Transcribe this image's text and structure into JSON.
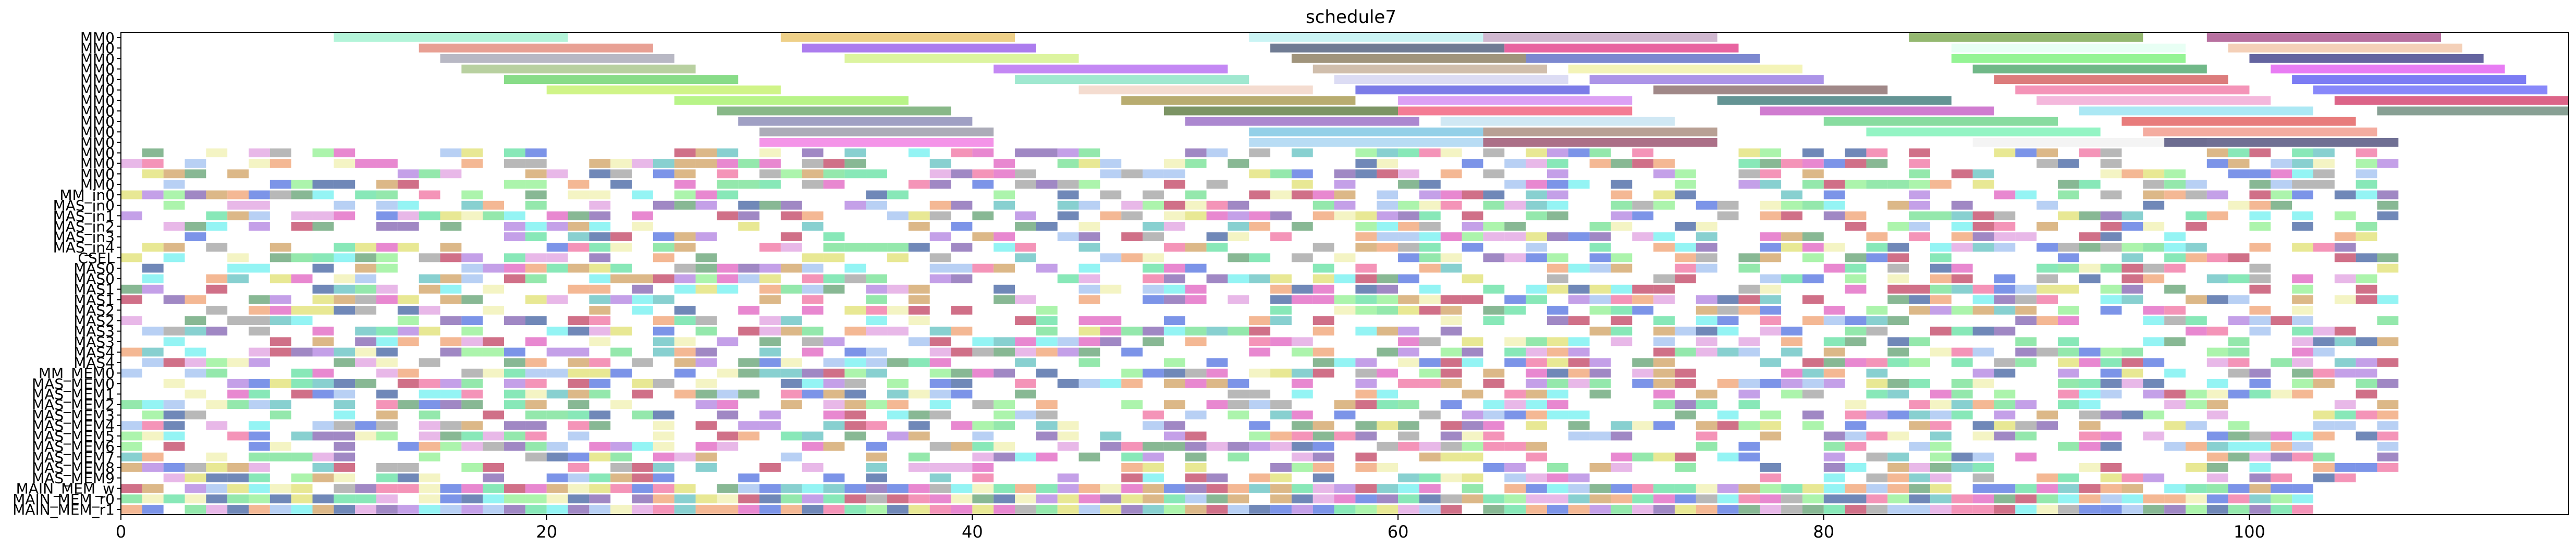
{
  "chart_data": {
    "type": "gantt",
    "title": "schedule7",
    "xlabel": "",
    "ylabel": "",
    "xlim": [
      0,
      115
    ],
    "x_ticks": [
      0,
      20,
      40,
      60,
      80,
      100
    ],
    "grid": false,
    "legend": "none",
    "rows": [
      "MM0",
      "MM0",
      "MM0",
      "MM0",
      "MM0",
      "MM0",
      "MM0",
      "MM0",
      "MM0",
      "MM0",
      "MM0",
      "MM0",
      "MM0",
      "MM0",
      "MM0",
      "MM_in0",
      "MAS_in0",
      "MAS_in1",
      "MAS_in2",
      "MAS_in3",
      "MAS_in4",
      "CSEL",
      "MAS0",
      "MAS0",
      "MAS1",
      "MAS1",
      "MAS2",
      "MAS2",
      "MAS3",
      "MAS3",
      "MAS4",
      "MAS4",
      "MM_MEM0",
      "MAS_MEM0",
      "MAS_MEM1",
      "MAS_MEM2",
      "MAS_MEM3",
      "MAS_MEM4",
      "MAS_MEM5",
      "MAS_MEM6",
      "MAS_MEM7",
      "MAS_MEM8",
      "MAS_MEM9",
      "MAIN_MEM_w",
      "MAIN_MEM_r0",
      "MAIN_MEM_r1"
    ],
    "tasks": [
      {
        "row": 0,
        "start": 10,
        "end": 21,
        "color": "#99f0cc"
      },
      {
        "row": 0,
        "start": 31,
        "end": 42,
        "color": "#e8c060"
      },
      {
        "row": 0,
        "start": 53,
        "end": 64,
        "color": "#b8f0f0"
      },
      {
        "row": 0,
        "start": 64,
        "end": 75,
        "color": "#c0a0c0"
      },
      {
        "row": 0,
        "start": 84,
        "end": 95,
        "color": "#70a040"
      },
      {
        "row": 0,
        "start": 98,
        "end": 109,
        "color": "#a04080"
      },
      {
        "row": 1,
        "start": 14,
        "end": 25,
        "color": "#e08070"
      },
      {
        "row": 1,
        "start": 32,
        "end": 43,
        "color": "#9050e8"
      },
      {
        "row": 1,
        "start": 54,
        "end": 65,
        "color": "#405070"
      },
      {
        "row": 1,
        "start": 65,
        "end": 76,
        "color": "#e03080"
      },
      {
        "row": 1,
        "start": 86,
        "end": 97,
        "color": "#e0fff0"
      },
      {
        "row": 1,
        "start": 99,
        "end": 110,
        "color": "#f0c0a0"
      },
      {
        "row": 2,
        "start": 15,
        "end": 26,
        "color": "#a0a0b0"
      },
      {
        "row": 2,
        "start": 34,
        "end": 45,
        "color": "#d0f080"
      },
      {
        "row": 2,
        "start": 55,
        "end": 66,
        "color": "#807050"
      },
      {
        "row": 2,
        "start": 66,
        "end": 77,
        "color": "#5060c0"
      },
      {
        "row": 2,
        "start": 86,
        "end": 97,
        "color": "#70f070"
      },
      {
        "row": 2,
        "start": 100,
        "end": 111,
        "color": "#303080"
      },
      {
        "row": 3,
        "start": 16,
        "end": 27,
        "color": "#a0c080"
      },
      {
        "row": 3,
        "start": 41,
        "end": 52,
        "color": "#b060f0"
      },
      {
        "row": 3,
        "start": 56,
        "end": 67,
        "color": "#c0a890"
      },
      {
        "row": 3,
        "start": 68,
        "end": 79,
        "color": "#f0f0a0"
      },
      {
        "row": 3,
        "start": 87,
        "end": 98,
        "color": "#40a060"
      },
      {
        "row": 3,
        "start": 101,
        "end": 112,
        "color": "#e050f0"
      },
      {
        "row": 4,
        "start": 18,
        "end": 29,
        "color": "#60d060"
      },
      {
        "row": 4,
        "start": 42,
        "end": 53,
        "color": "#80e0c0"
      },
      {
        "row": 4,
        "start": 57,
        "end": 68,
        "color": "#d0d0f0"
      },
      {
        "row": 4,
        "start": 69,
        "end": 80,
        "color": "#9070e0"
      },
      {
        "row": 4,
        "start": 88,
        "end": 99,
        "color": "#d05050"
      },
      {
        "row": 4,
        "start": 102,
        "end": 113,
        "color": "#5050f0"
      },
      {
        "row": 5,
        "start": 20,
        "end": 31,
        "color": "#c0f060"
      },
      {
        "row": 5,
        "start": 45,
        "end": 56,
        "color": "#f0d0c0"
      },
      {
        "row": 5,
        "start": 58,
        "end": 69,
        "color": "#5050e0"
      },
      {
        "row": 5,
        "start": 72,
        "end": 83,
        "color": "#806060"
      },
      {
        "row": 5,
        "start": 89,
        "end": 100,
        "color": "#f070a0"
      },
      {
        "row": 5,
        "start": 103,
        "end": 114,
        "color": "#6060f8"
      },
      {
        "row": 6,
        "start": 26,
        "end": 37,
        "color": "#a0f060"
      },
      {
        "row": 6,
        "start": 47,
        "end": 58,
        "color": "#a09040"
      },
      {
        "row": 6,
        "start": 60,
        "end": 71,
        "color": "#d080f0"
      },
      {
        "row": 6,
        "start": 75,
        "end": 86,
        "color": "#307070"
      },
      {
        "row": 6,
        "start": 90,
        "end": 101,
        "color": "#f0a0d0"
      },
      {
        "row": 6,
        "start": 104,
        "end": 115,
        "color": "#d03060"
      },
      {
        "row": 7,
        "start": 28,
        "end": 39,
        "color": "#60a060"
      },
      {
        "row": 7,
        "start": 49,
        "end": 60,
        "color": "#507030"
      },
      {
        "row": 7,
        "start": 60,
        "end": 71,
        "color": "#f05070"
      },
      {
        "row": 7,
        "start": 77,
        "end": 88,
        "color": "#c050c0"
      },
      {
        "row": 7,
        "start": 92,
        "end": 103,
        "color": "#90e0f0"
      },
      {
        "row": 7,
        "start": 106,
        "end": 117,
        "color": "#608070"
      },
      {
        "row": 8,
        "start": 29,
        "end": 40,
        "color": "#8080b0"
      },
      {
        "row": 8,
        "start": 50,
        "end": 61,
        "color": "#9060c0"
      },
      {
        "row": 8,
        "start": 62,
        "end": 73,
        "color": "#c0e0f0"
      },
      {
        "row": 8,
        "start": 80,
        "end": 91,
        "color": "#60d080"
      },
      {
        "row": 8,
        "start": 94,
        "end": 105,
        "color": "#e05050"
      },
      {
        "row": 9,
        "start": 30,
        "end": 41,
        "color": "#9090a0"
      },
      {
        "row": 9,
        "start": 53,
        "end": 64,
        "color": "#70c0e0"
      },
      {
        "row": 9,
        "start": 64,
        "end": 75,
        "color": "#a08070"
      },
      {
        "row": 9,
        "start": 82,
        "end": 93,
        "color": "#70f0b0"
      },
      {
        "row": 9,
        "start": 95,
        "end": 106,
        "color": "#f09080"
      },
      {
        "row": 10,
        "start": 30,
        "end": 41,
        "color": "#f070e0"
      },
      {
        "row": 10,
        "start": 53,
        "end": 64,
        "color": "#a0d0f0"
      },
      {
        "row": 10,
        "start": 64,
        "end": 75,
        "color": "#904060"
      },
      {
        "row": 10,
        "start": 87,
        "end": 98,
        "color": "#f0f0f0"
      },
      {
        "row": 10,
        "start": 96,
        "end": 107,
        "color": "#404070"
      }
    ],
    "block_width": 1.0,
    "dense_rows_start": 11,
    "dense_palette": [
      "#5070e0",
      "#e060c0",
      "#70e090",
      "#a0a0a0",
      "#e0e070",
      "#60c0c0",
      "#c04060",
      "#90f090",
      "#f0a070",
      "#8060b0",
      "#60a070",
      "#f070a0",
      "#a0c0f0",
      "#d0a060",
      "#70f0f0",
      "#b080e0",
      "#60e0a0",
      "#f0f0b0",
      "#4060a0",
      "#e0a0e0"
    ],
    "dense_density": 0.55,
    "dense_seed": 7
  }
}
